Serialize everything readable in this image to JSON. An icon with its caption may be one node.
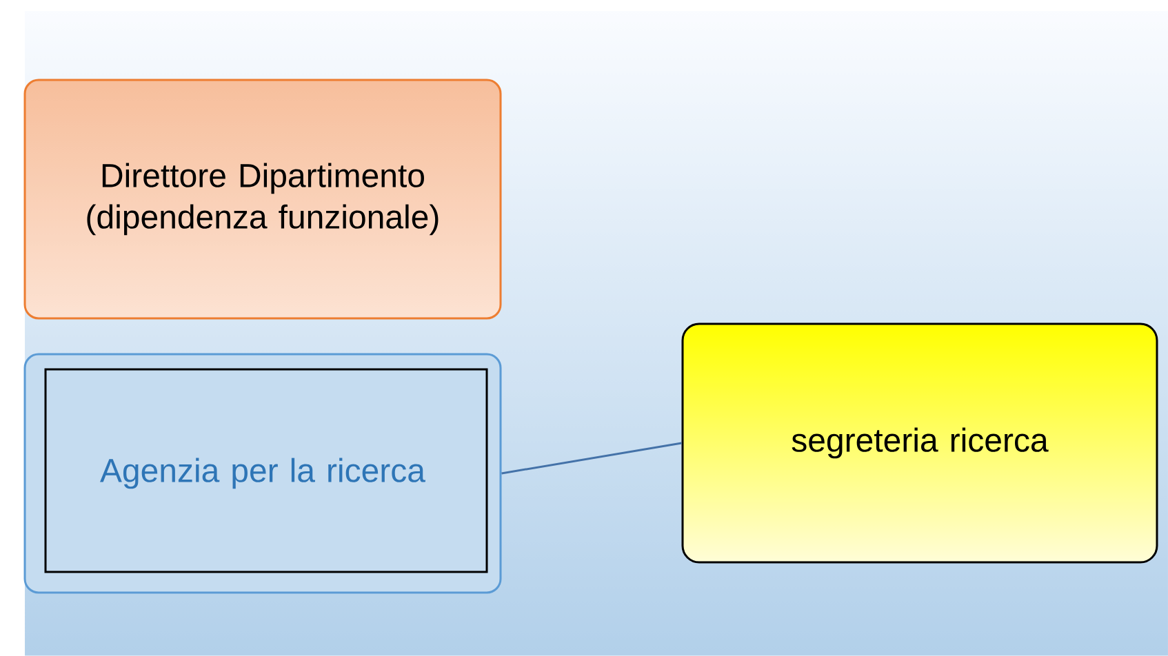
{
  "diagram": {
    "nodes": [
      {
        "text": [
          "Direttore Dipartimento (dipendenza funzionale)"
        ]
      },
      {
        "text": [
          "Agenzia per la ricerca"
        ]
      },
      {
        "text": [
          "segreteria ricerca"
        ]
      }
    ],
    "edges": [
      {
        "from": 1,
        "to": 2,
        "arrow": "none"
      }
    ]
  }
}
